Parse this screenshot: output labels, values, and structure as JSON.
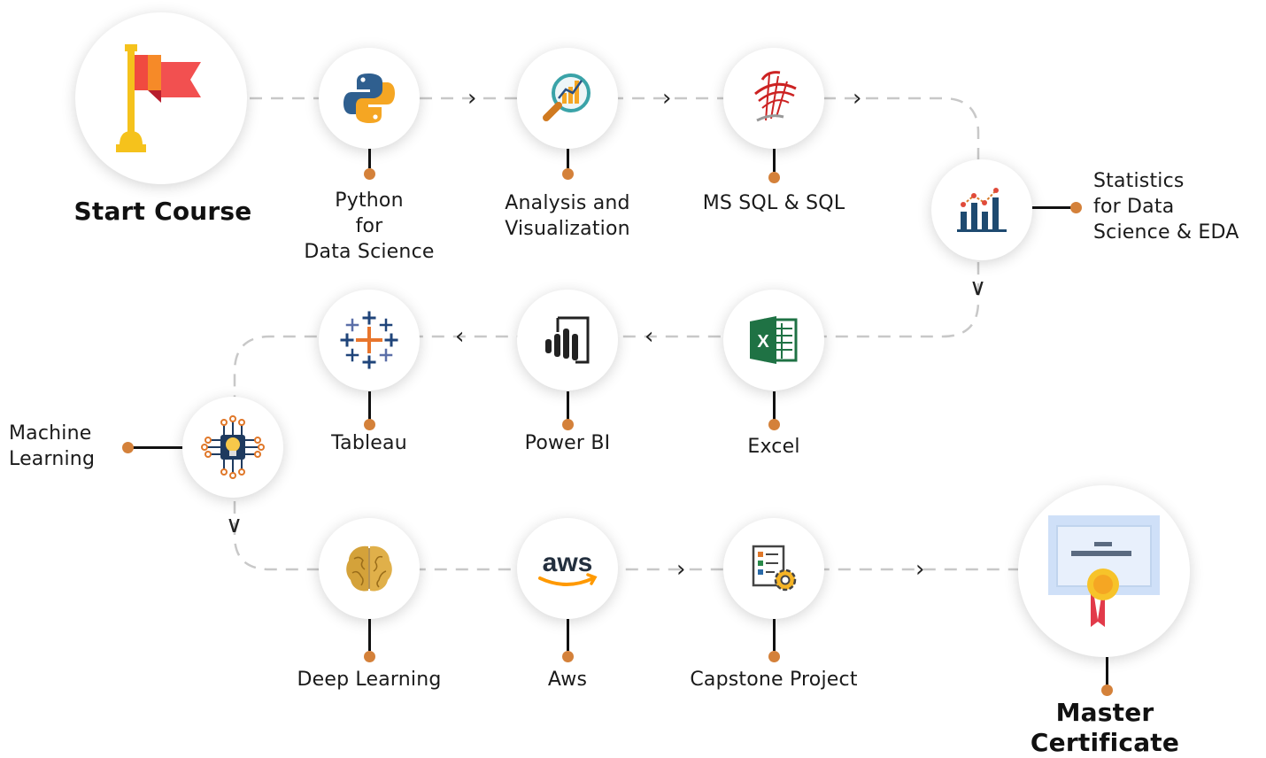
{
  "start": {
    "label": "Start Course"
  },
  "steps": [
    {
      "label": "Python\nfor\nData Science",
      "icon": "python-icon"
    },
    {
      "label": "Analysis and\nVisualization",
      "icon": "analytics-magnifier-icon"
    },
    {
      "label": "MS SQL & SQL",
      "icon": "sql-server-icon"
    },
    {
      "label": "Statistics\nfor Data\nScience & EDA",
      "icon": "bar-chart-icon"
    },
    {
      "label": "Excel",
      "icon": "excel-icon"
    },
    {
      "label": "Power BI",
      "icon": "power-bi-icon"
    },
    {
      "label": "Tableau",
      "icon": "tableau-icon"
    },
    {
      "label": "Machine\nLearning",
      "icon": "chip-bulb-icon"
    },
    {
      "label": "Deep Learning",
      "icon": "brain-icon"
    },
    {
      "label": "Aws",
      "icon": "aws-logo"
    },
    {
      "label": "Capstone Project",
      "icon": "project-gear-icon"
    }
  ],
  "finish": {
    "label": "Master\nCertificate",
    "icon": "certificate-icon"
  },
  "aws_logo_text": "aws",
  "colors": {
    "connector_dot": "#d4813a",
    "stem": "#111111",
    "dash": "#c8c8c8"
  }
}
